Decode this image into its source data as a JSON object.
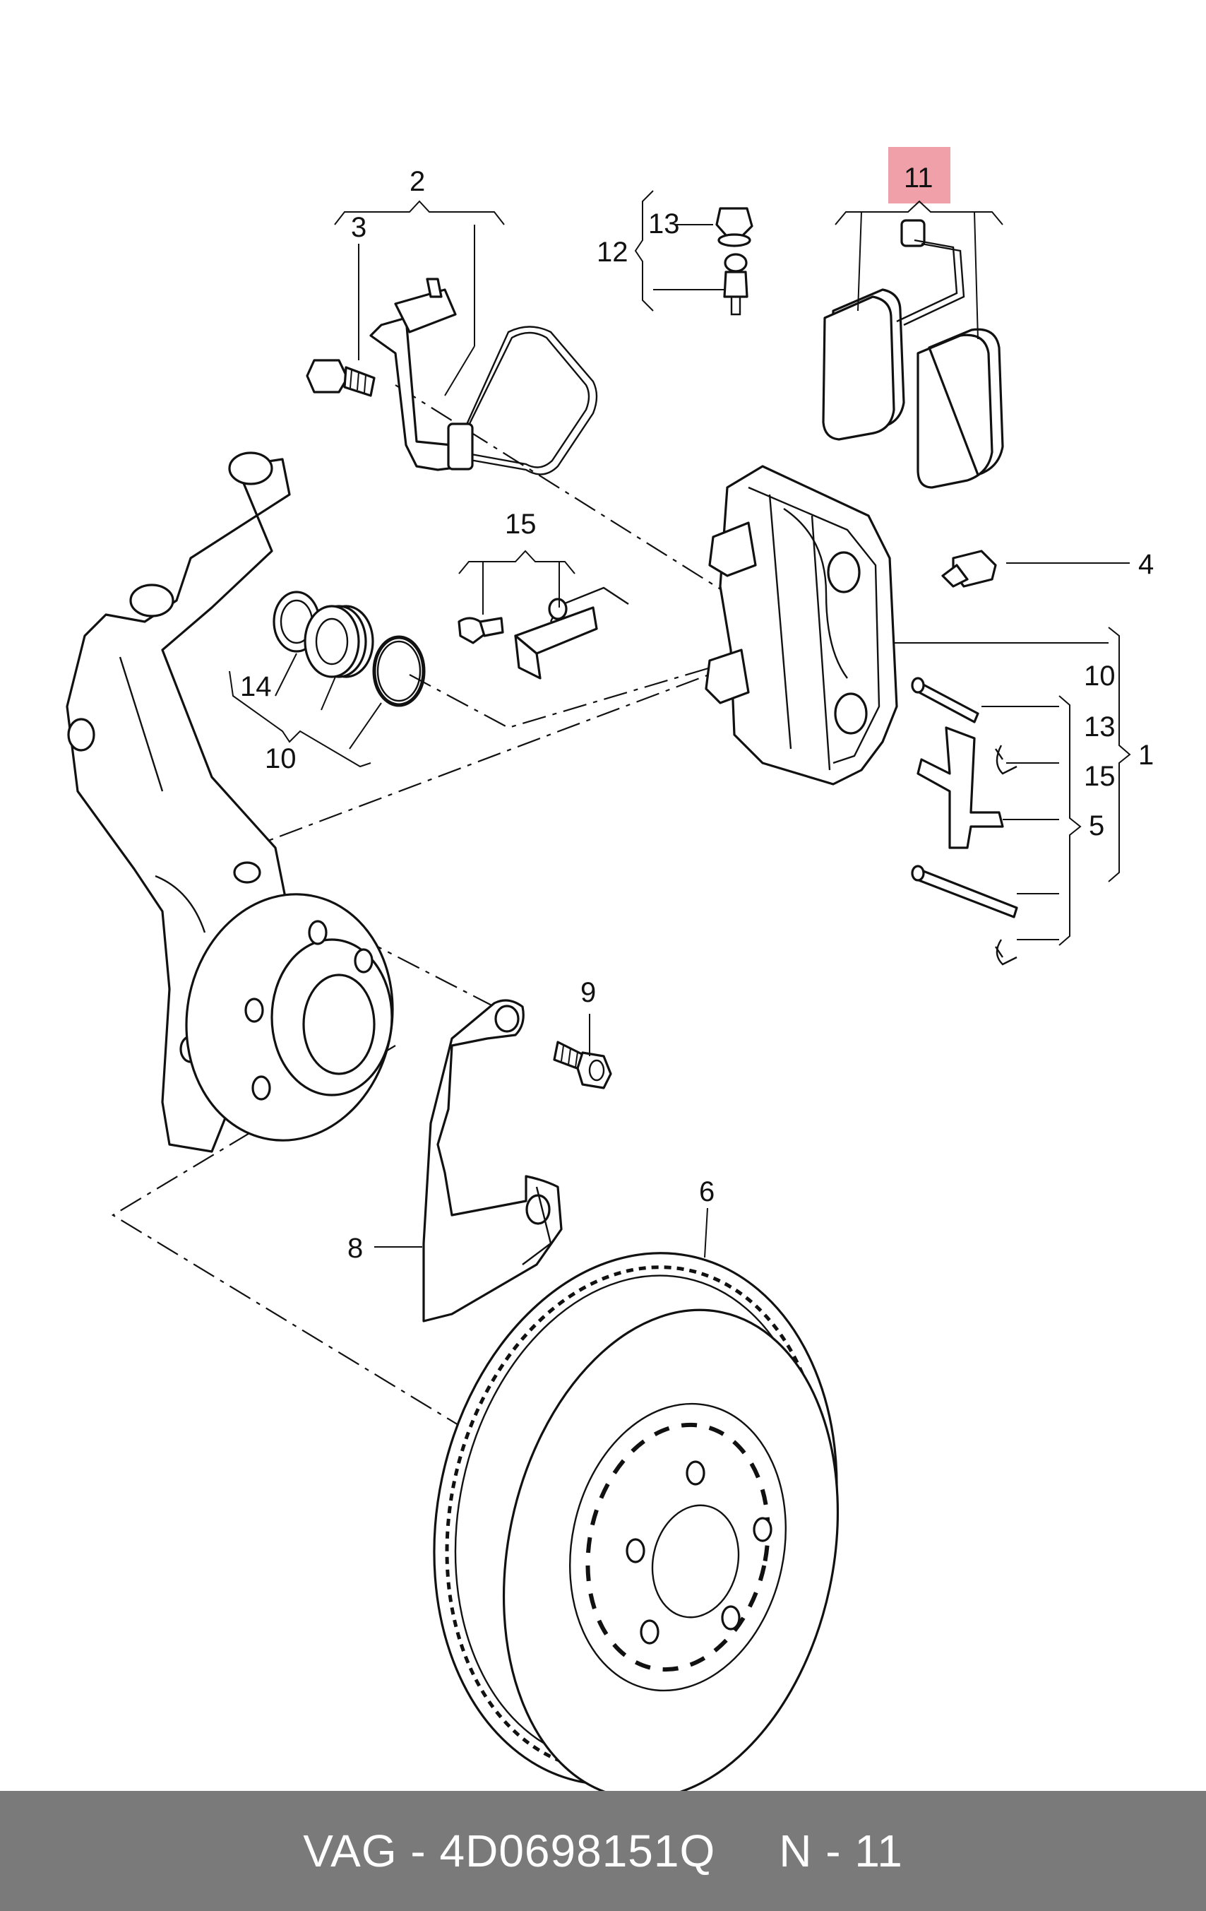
{
  "labels": {
    "l1": "1",
    "l2": "2",
    "l3": "3",
    "l4": "4",
    "l5": "5",
    "l6": "6",
    "l8": "8",
    "l9": "9",
    "l10a": "10",
    "l10b": "10",
    "l11": "11",
    "l12": "12",
    "l13a": "13",
    "l13b": "13",
    "l14": "14",
    "l15a": "15",
    "l15b": "15"
  },
  "highlight_color": "#f0a0a8",
  "footer": {
    "brand_part": "VAG - 4D0698151Q",
    "page_ref": "N - 11"
  }
}
